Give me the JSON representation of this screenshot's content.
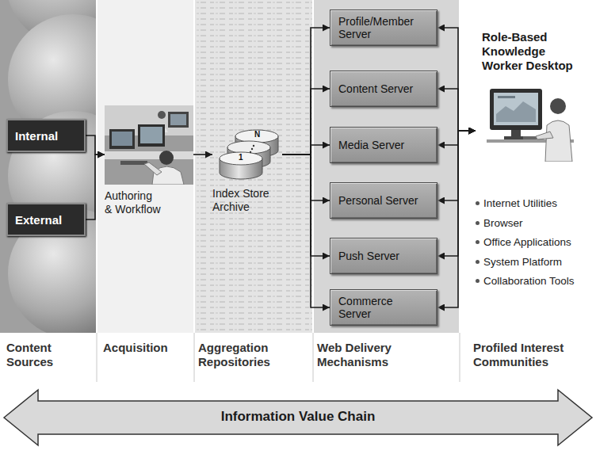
{
  "diagram": {
    "nodes": [
      {
        "text": [
          "Internal"
        ]
      },
      {
        "text": [
          "External"
        ]
      },
      {
        "text": [
          "Authoring & Workflow"
        ]
      },
      {
        "text": [
          "Index Store Archive"
        ]
      },
      {
        "text": [
          "Profile/Member Server"
        ]
      },
      {
        "text": [
          "Content Server"
        ]
      },
      {
        "text": [
          "Media Server"
        ]
      },
      {
        "text": [
          "Personal Server"
        ]
      },
      {
        "text": [
          "Push Server"
        ]
      },
      {
        "text": [
          "Commerce Server"
        ]
      },
      {
        "text": [
          "Role-Based Knowledge Worker Desktop"
        ]
      }
    ],
    "edges": [
      {
        "from": 0,
        "to": 2,
        "arrow": "to"
      },
      {
        "from": 1,
        "to": 2,
        "arrow": "to"
      },
      {
        "from": 2,
        "to": 3,
        "arrow": "to"
      },
      {
        "from": 3,
        "to": 4,
        "arrow": "to"
      },
      {
        "from": 3,
        "to": 5,
        "arrow": "to"
      },
      {
        "from": 3,
        "to": 6,
        "arrow": "to"
      },
      {
        "from": 3,
        "to": 7,
        "arrow": "to"
      },
      {
        "from": 3,
        "to": 8,
        "arrow": "to"
      },
      {
        "from": 3,
        "to": 9,
        "arrow": "to"
      },
      {
        "from": 4,
        "to": 10,
        "arrow": "both"
      },
      {
        "from": 5,
        "to": 10,
        "arrow": "both"
      },
      {
        "from": 6,
        "to": 10,
        "arrow": "both"
      },
      {
        "from": 7,
        "to": 10,
        "arrow": "both"
      },
      {
        "from": 8,
        "to": 10,
        "arrow": "both"
      },
      {
        "from": 9,
        "to": 10,
        "arrow": "both"
      }
    ],
    "labels": [
      "N",
      "1",
      "Internet Utilities",
      "Browser",
      "Office Applications",
      "System Platform",
      "Collaboration Tools",
      "Content Sources",
      "Acquisition",
      "Aggregation Repositories",
      "Web Delivery Mechanisms",
      "Profiled Interest Communities",
      "Information Value Chain"
    ]
  }
}
